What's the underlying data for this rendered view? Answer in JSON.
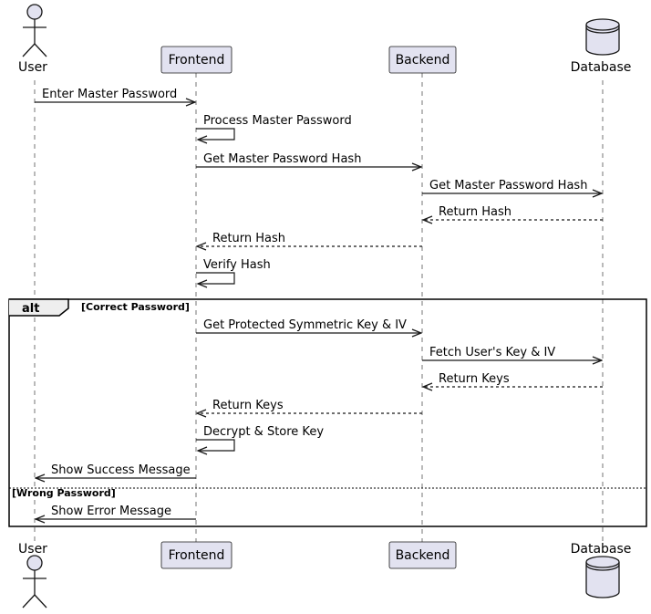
{
  "colors": {
    "participant_fill": "#e2e2f0",
    "participant_stroke": "#181818",
    "line": "#181818",
    "lifeline": "#181818",
    "background": "#ffffff"
  },
  "participants": [
    {
      "id": "user",
      "label": "User",
      "kind": "actor"
    },
    {
      "id": "frontend",
      "label": "Frontend",
      "kind": "participant"
    },
    {
      "id": "backend",
      "label": "Backend",
      "kind": "participant"
    },
    {
      "id": "database",
      "label": "Database",
      "kind": "database"
    }
  ],
  "messages": [
    {
      "from": "user",
      "to": "frontend",
      "label": "Enter Master Password",
      "style": "solid"
    },
    {
      "from": "frontend",
      "to": "frontend",
      "label": "Process Master Password",
      "style": "solid"
    },
    {
      "from": "frontend",
      "to": "backend",
      "label": "Get Master Password Hash",
      "style": "solid"
    },
    {
      "from": "backend",
      "to": "database",
      "label": "Get Master Password Hash",
      "style": "solid"
    },
    {
      "from": "database",
      "to": "backend",
      "label": "Return Hash",
      "style": "dashed"
    },
    {
      "from": "backend",
      "to": "frontend",
      "label": "Return Hash",
      "style": "dashed"
    },
    {
      "from": "frontend",
      "to": "frontend",
      "label": "Verify Hash",
      "style": "solid"
    },
    {
      "from": "frontend",
      "to": "backend",
      "label": "Get Protected Symmetric Key & IV",
      "style": "solid"
    },
    {
      "from": "backend",
      "to": "database",
      "label": "Fetch User's Key & IV",
      "style": "solid"
    },
    {
      "from": "database",
      "to": "backend",
      "label": "Return Keys",
      "style": "dashed"
    },
    {
      "from": "backend",
      "to": "frontend",
      "label": "Return Keys",
      "style": "dashed"
    },
    {
      "from": "frontend",
      "to": "frontend",
      "label": "Decrypt & Store Key",
      "style": "solid"
    },
    {
      "from": "frontend",
      "to": "user",
      "label": "Show Success Message",
      "style": "solid"
    },
    {
      "from": "frontend",
      "to": "user",
      "label": "Show Error Message",
      "style": "solid"
    }
  ],
  "alt_fragment": {
    "keyword": "alt",
    "sections": [
      {
        "guard": "[Correct Password]"
      },
      {
        "guard": "[Wrong Password]"
      }
    ]
  }
}
